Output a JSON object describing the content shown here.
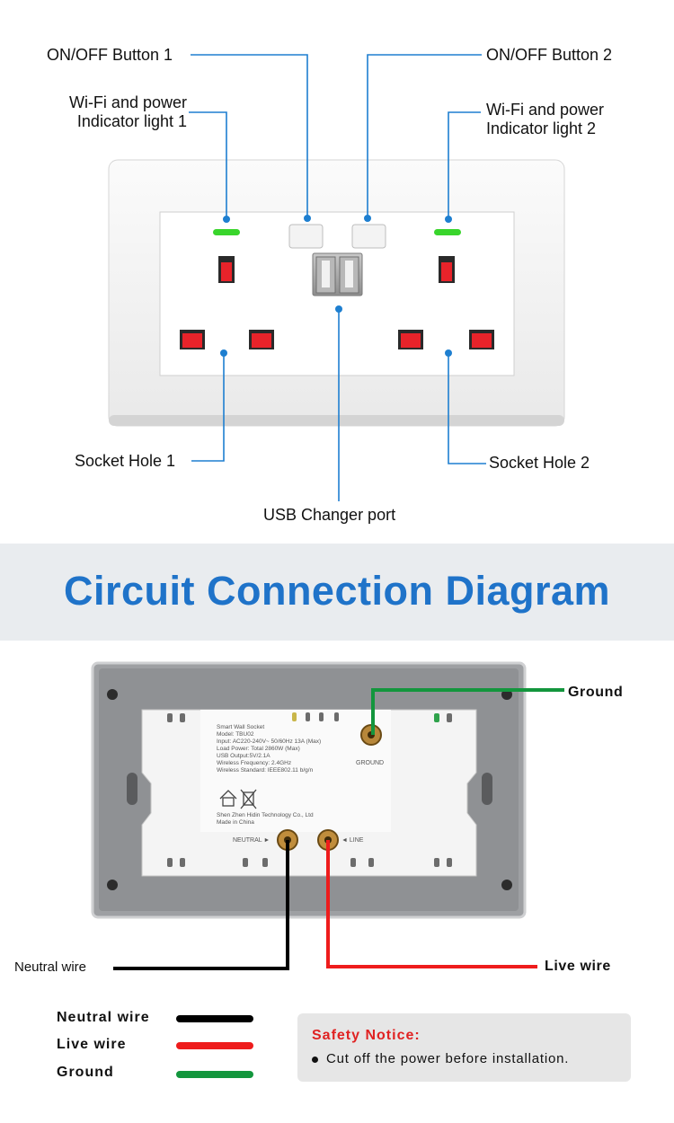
{
  "top_diagram": {
    "callouts": {
      "onoff1": "ON/OFF Button 1",
      "onoff2": "ON/OFF Button 2",
      "wifi1_line1": "Wi-Fi and power",
      "wifi1_line2": "Indicator light 1",
      "wifi2_line1": "Wi-Fi and power",
      "wifi2_line2": "Indicator light 2",
      "socket1": "Socket Hole 1",
      "socket2": "Socket Hole 2",
      "usb": "USB Changer port"
    },
    "colors": {
      "leader": "#1e7fd0",
      "indicator": "#39d52c",
      "socket_hole": "#e8232a"
    }
  },
  "banner": {
    "title": "Circuit Connection Diagram",
    "color": "#1f73c9"
  },
  "back_label": {
    "lines": [
      "Smart Wall Socket",
      "Model: TBU02",
      "Input: AC220-240V~   50/60Hz   13A (Max)",
      "Load Power:  Total 2860W (Max)",
      "USB Output:5V/2.1A",
      "Wireless Frequency: 2.4GHz",
      "Wireless Standard: IEEE802.11 b/g/n"
    ],
    "manufacturer_line1": "Shen Zhen Hidin Technology Co., Ltd",
    "manufacturer_line2": "Made in China",
    "ground_terminal": "GROUND",
    "neutral_terminal": "NEUTRAL ►",
    "line_terminal": "◄ LINE"
  },
  "wires": {
    "ground_label": "Ground",
    "neutral_label": "Neutral wire",
    "live_label": "Live wire",
    "colors": {
      "ground": "#13963d",
      "neutral": "#000000",
      "live": "#ee1c1c"
    }
  },
  "legend": [
    {
      "label": "Neutral wire",
      "color": "#000000"
    },
    {
      "label": "Live wire",
      "color": "#ee1c1c"
    },
    {
      "label": "Ground",
      "color": "#13963d"
    }
  ],
  "notice": {
    "title": "Safety Notice:",
    "text": "Cut off the power before installation."
  }
}
